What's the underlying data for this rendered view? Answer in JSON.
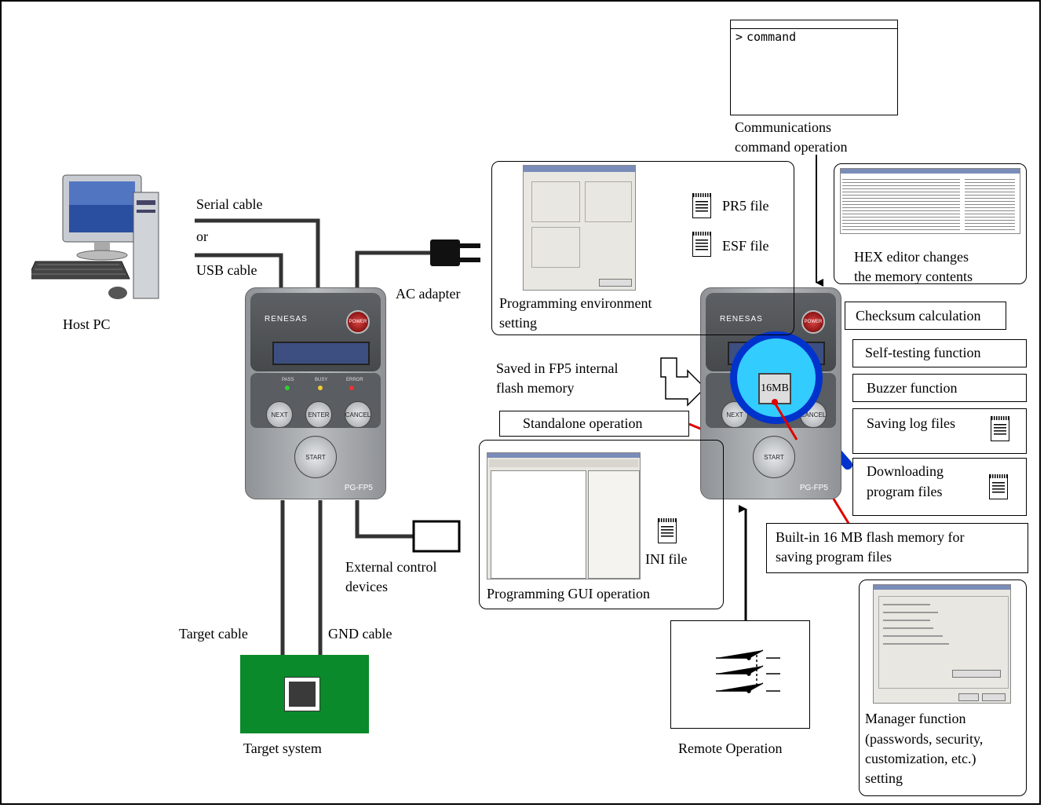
{
  "host_pc": {
    "label": "Host PC",
    "serial_cable": "Serial cable",
    "or": "or",
    "usb_cable": "USB cable"
  },
  "ac_adapter": "AC adapter",
  "external_control": [
    "External control",
    "devices"
  ],
  "target": {
    "target_cable": "Target cable",
    "gnd_cable": "GND cable",
    "system_label": "Target system"
  },
  "device": {
    "logo": "RENESAS",
    "model": "PG-FP5",
    "buttons": [
      "NEXT",
      "ENTER",
      "CANCEL",
      "START"
    ],
    "leds": [
      "PASS",
      "BUSY",
      "ERROR"
    ],
    "power": "POWER"
  },
  "command": {
    "prompt": "command",
    "caption": [
      "Communications",
      "command operation"
    ]
  },
  "programming_env": {
    "caption": [
      "Programming environment",
      "setting"
    ],
    "files": [
      "PR5 file",
      "ESF file"
    ]
  },
  "saved_internal": [
    "Saved in FP5 internal",
    "flash memory"
  ],
  "standalone": "Standalone operation",
  "gui": {
    "caption": "Programming GUI operation",
    "file": "INI file"
  },
  "hex_editor": [
    "HEX editor changes",
    "the memory contents"
  ],
  "magnifier_chip": "16MB",
  "functions": {
    "checksum": "Checksum calculation",
    "self_test": "Self-testing function",
    "buzzer": "Buzzer function",
    "saving_log": "Saving log files",
    "downloading": [
      "Downloading",
      "program files"
    ],
    "builtin": [
      "Built-in 16 MB flash memory for",
      "saving program files"
    ]
  },
  "manager": {
    "caption": [
      "Manager function",
      "(passwords, security,",
      "customization, etc.)",
      "setting"
    ]
  },
  "remote": "Remote Operation",
  "colors": {
    "magnifier_fill": "#33ccff",
    "magnifier_ring": "#0033cc",
    "pointer_red": "#e00000",
    "target_board": "#0a8a2a"
  }
}
